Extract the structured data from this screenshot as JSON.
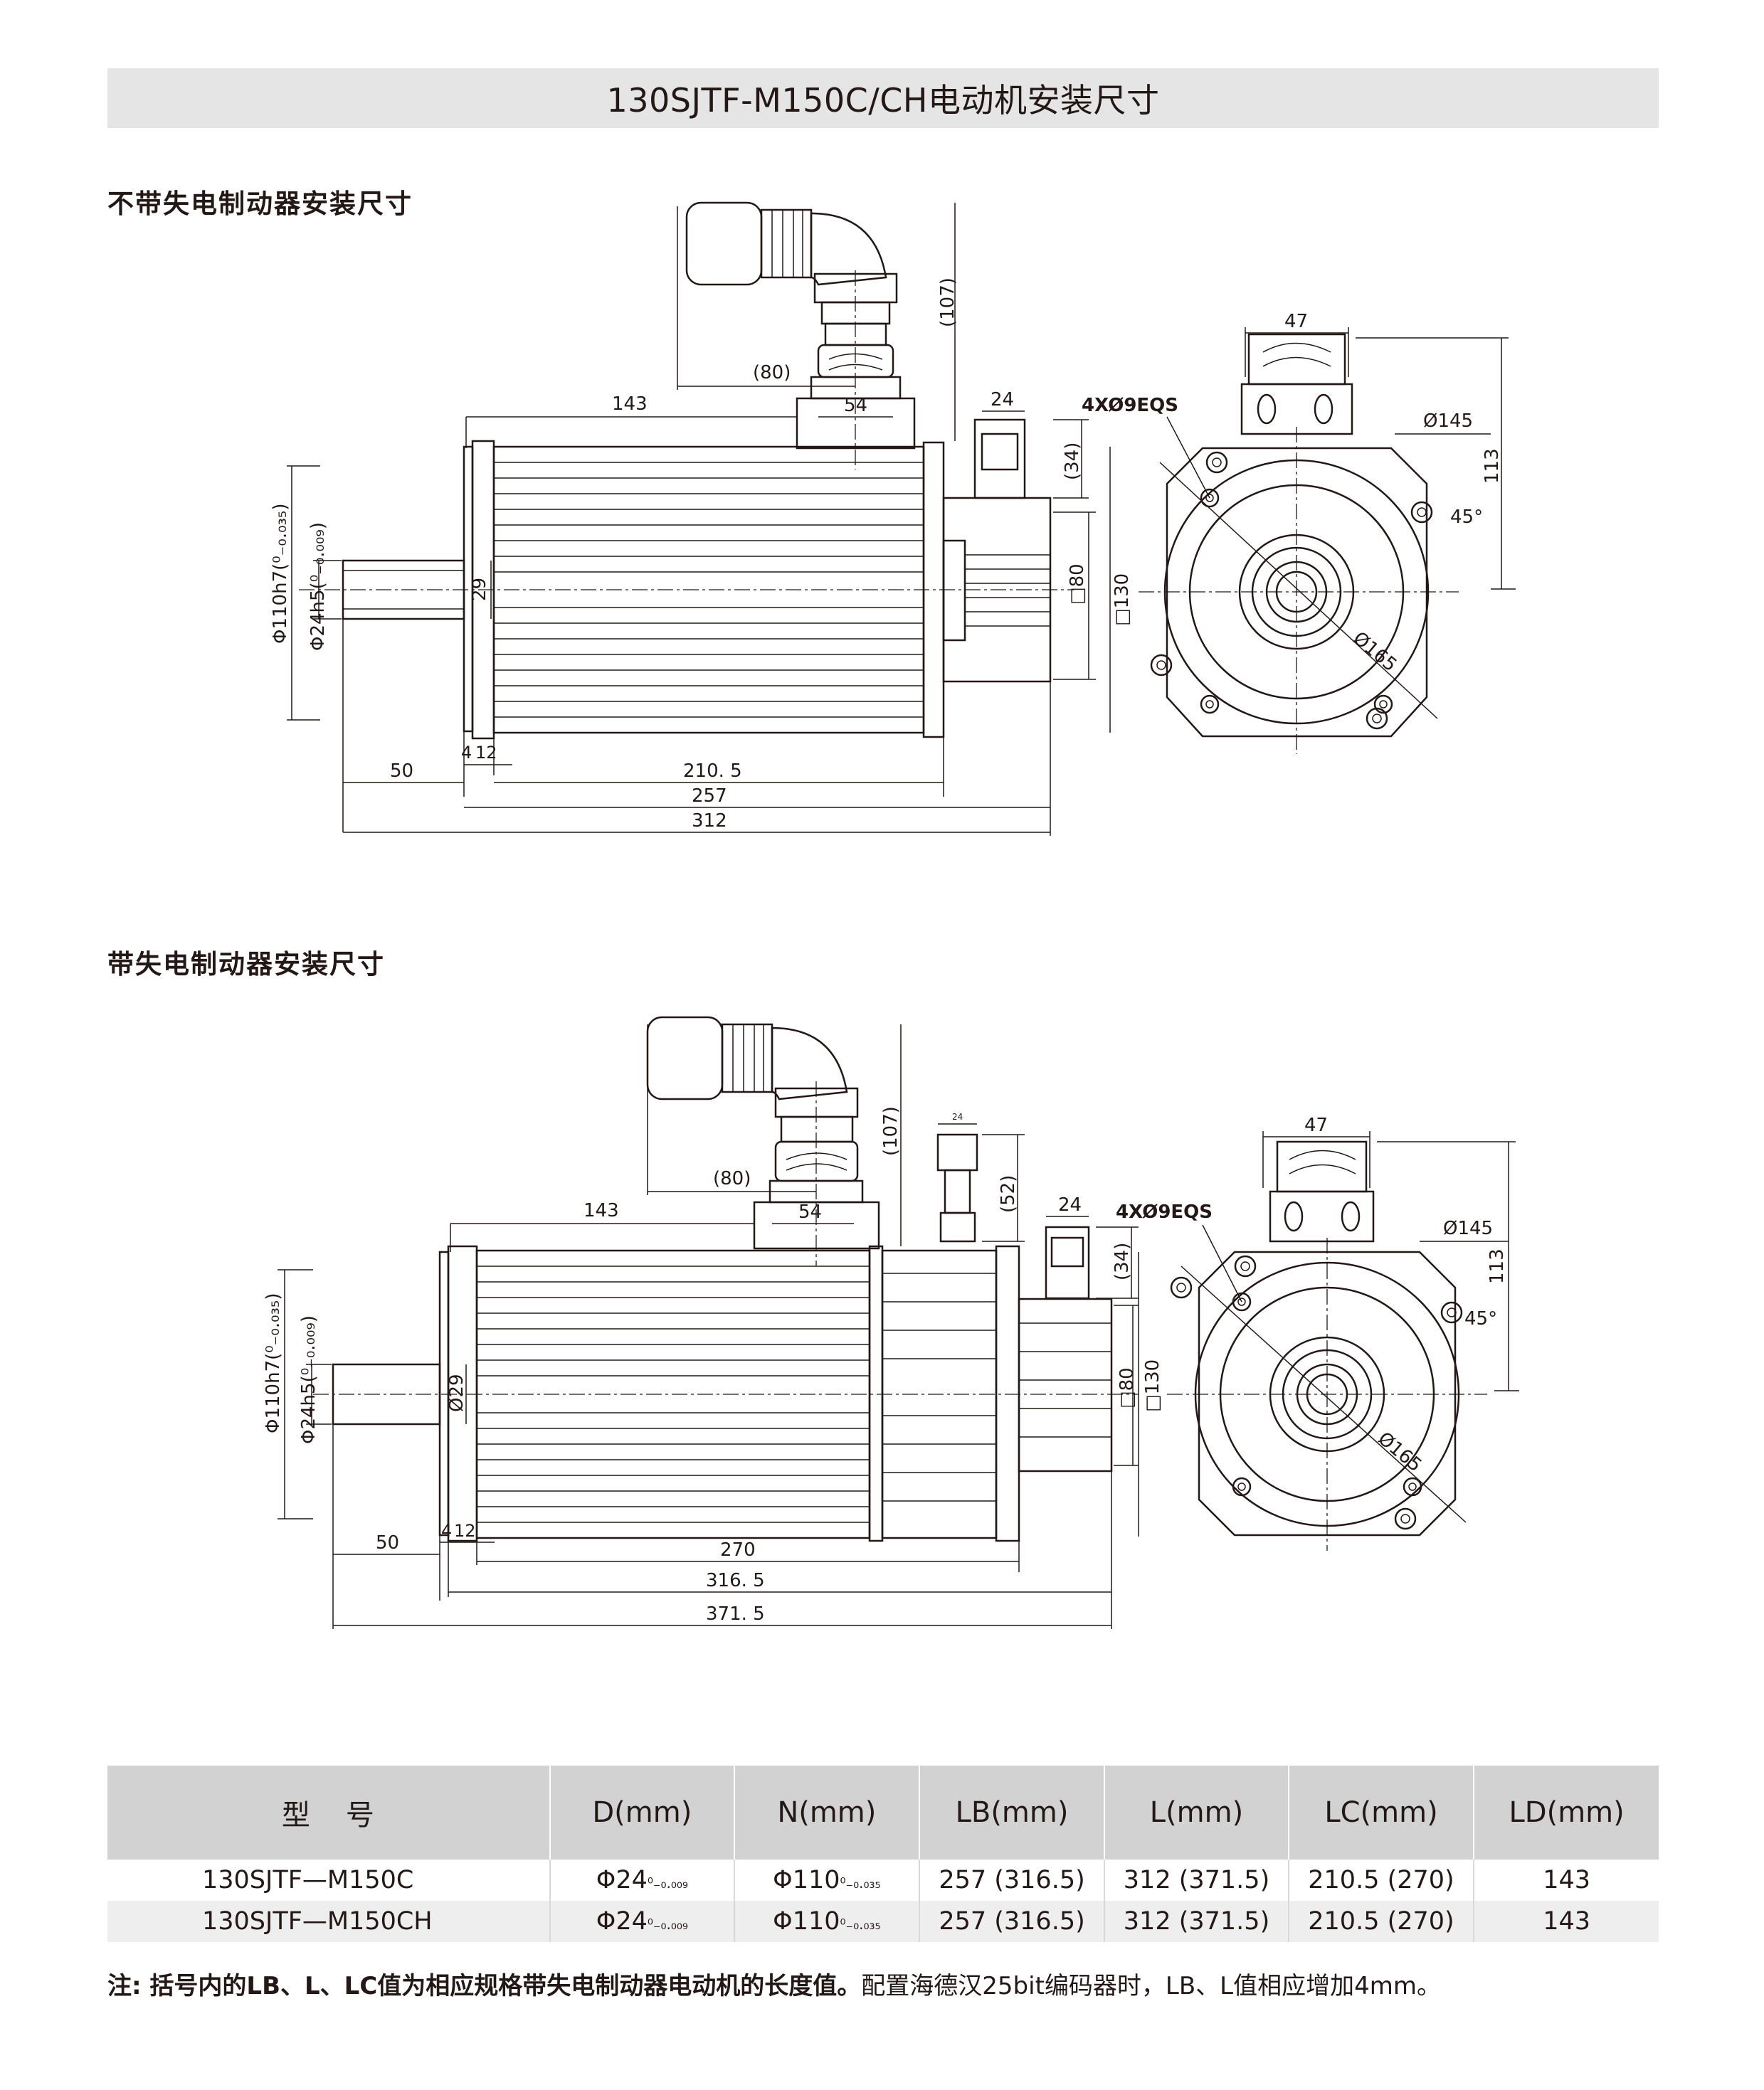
{
  "title": "130SJTF-M150C/CH电动机安装尺寸",
  "sections": {
    "without_brake": "不带失电制动器安装尺寸",
    "with_brake": "带失电制动器安装尺寸"
  },
  "drawing1": {
    "dims": {
      "d107": "(107)",
      "d80p": "(80)",
      "d143": "143",
      "d54": "54",
      "d24": "24",
      "d34": "(34)",
      "d29": "29",
      "d80": "□80",
      "d130": "□130",
      "d50": "50",
      "d4": "4",
      "d12": "12",
      "d210": "210. 5",
      "d257": "257",
      "d312": "312",
      "phi110": "Φ110h7(⁰₋₀.₀₃₅)",
      "phi24": "Φ24h5(⁰₋₀.₀₀₉)",
      "d47": "47",
      "holes": "4XØ9EQS",
      "phi145": "Ø145",
      "d113": "113",
      "deg45": "45°",
      "phi165": "Ø165"
    }
  },
  "drawing2": {
    "dims": {
      "d107": "(107)",
      "d80p": "(80)",
      "d143": "143",
      "d54": "54",
      "d24s": "24",
      "d52": "(52)",
      "d24": "24",
      "d34": "(34)",
      "d29": "Ø29",
      "d80": "□80",
      "d130": "□130",
      "d50": "50",
      "d4": "4",
      "d12": "12",
      "d270": "270",
      "d316": "316. 5",
      "d371": "371. 5",
      "phi110": "Φ110h7(⁰₋₀.₀₃₅)",
      "phi24": "Φ24h5(⁰₋₀.₀₀₉)",
      "d47": "47",
      "holes": "4XØ9EQS",
      "phi145": "Ø145",
      "d113": "113",
      "deg45": "45°",
      "phi165": "Ø165"
    }
  },
  "table": {
    "headers": [
      "型号",
      "D(mm)",
      "N(mm)",
      "LB(mm)",
      "L(mm)",
      "LC(mm)",
      "LD(mm)"
    ],
    "rows": [
      {
        "model": "130SJTF—M150C",
        "d": "Φ24",
        "d_tol": "⁰₋₀.₀₀₉",
        "n": "Φ110",
        "n_tol": "⁰₋₀.₀₃₅",
        "lb": "257 (316.5)",
        "l": "312 (371.5)",
        "lc": "210.5 (270)",
        "ld": "143"
      },
      {
        "model": "130SJTF—M150CH",
        "d": "Φ24",
        "d_tol": "⁰₋₀.₀₀₉",
        "n": "Φ110",
        "n_tol": "⁰₋₀.₀₃₅",
        "lb": "257 (316.5)",
        "l": "312 (371.5)",
        "lc": "210.5 (270)",
        "ld": "143"
      }
    ]
  },
  "note": {
    "bold": "注: 括号内的LB、L、LC值为相应规格带失电制动器电动机的长度值。",
    "normal": "配置海德汉25bit编码器时，LB、L值相应增加4mm。"
  }
}
